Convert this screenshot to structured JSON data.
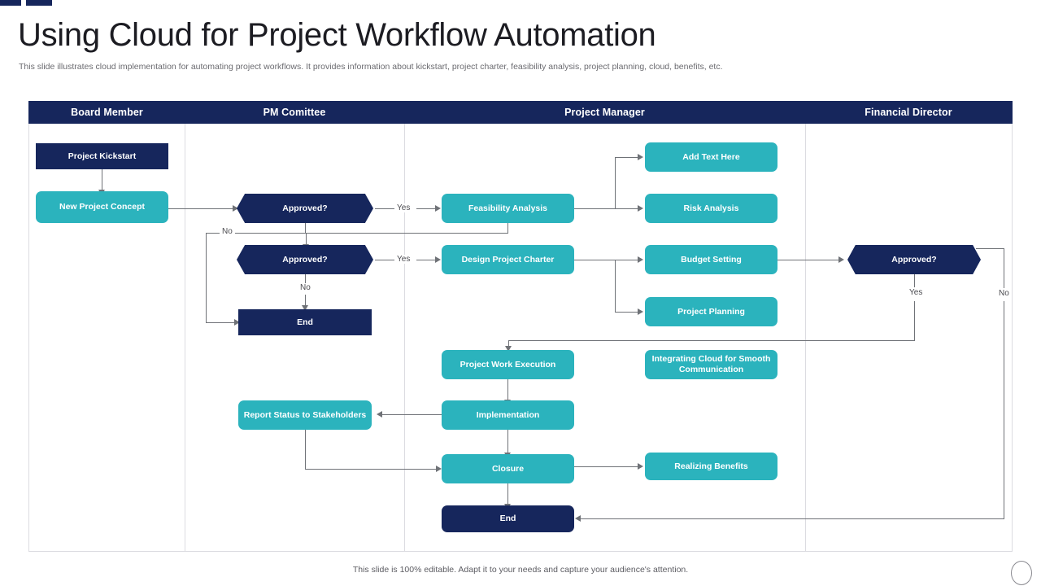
{
  "slide": {
    "title": "Using Cloud for Project Workflow Automation",
    "subtitle": "This slide illustrates cloud implementation for automating project workflows. It provides information about kickstart, project charter, feasibility analysis, project planning, cloud, benefits, etc.",
    "footer_note": "This slide is 100% editable. Adapt it to your needs and capture your audience's attention."
  },
  "colors": {
    "navy": "#16265c",
    "teal": "#2bb3bd",
    "connector": "#6f7277",
    "border": "#dcdce1",
    "title_text": "#1c1c22",
    "subtitle_text": "#6b6b70"
  },
  "swimlanes": [
    {
      "label": "Board Member"
    },
    {
      "label": "PM Comittee"
    },
    {
      "label": "Project Manager"
    },
    {
      "label": "Financial Director"
    }
  ],
  "nodes": [
    {
      "id": "project-kickstart",
      "label": "Project Kickstart",
      "shape": "rect",
      "color": "navy",
      "lane": "Board Member"
    },
    {
      "id": "new-project-concept",
      "label": "New Project Concept",
      "shape": "rounded",
      "color": "teal",
      "lane": "Board Member"
    },
    {
      "id": "approved-1",
      "label": "Approved?",
      "shape": "hexagon",
      "color": "navy",
      "lane": "PM Comittee"
    },
    {
      "id": "approved-2",
      "label": "Approved?",
      "shape": "hexagon",
      "color": "navy",
      "lane": "PM Comittee"
    },
    {
      "id": "end-pm",
      "label": "End",
      "shape": "rect",
      "color": "navy",
      "lane": "PM Comittee"
    },
    {
      "id": "report-status",
      "label": "Report Status to Stakeholders",
      "shape": "rounded",
      "color": "teal",
      "lane": "PM Comittee"
    },
    {
      "id": "feasibility-analysis",
      "label": "Feasibility Analysis",
      "shape": "rounded",
      "color": "teal",
      "lane": "Project Manager"
    },
    {
      "id": "design-project-charter",
      "label": "Design Project Charter",
      "shape": "rounded",
      "color": "teal",
      "lane": "Project Manager"
    },
    {
      "id": "add-text-here",
      "label": "Add Text Here",
      "shape": "rounded",
      "color": "teal",
      "lane": "Project Manager"
    },
    {
      "id": "risk-analysis",
      "label": "Risk Analysis",
      "shape": "rounded",
      "color": "teal",
      "lane": "Project Manager"
    },
    {
      "id": "budget-setting",
      "label": "Budget Setting",
      "shape": "rounded",
      "color": "teal",
      "lane": "Project Manager"
    },
    {
      "id": "project-planning",
      "label": "Project Planning",
      "shape": "rounded",
      "color": "teal",
      "lane": "Project Manager"
    },
    {
      "id": "project-work-execution",
      "label": "Project Work Execution",
      "shape": "rounded",
      "color": "teal",
      "lane": "Project Manager"
    },
    {
      "id": "integrating-cloud",
      "label": "Integrating Cloud for Smooth Communication",
      "shape": "rounded",
      "color": "teal",
      "lane": "Project Manager"
    },
    {
      "id": "implementation",
      "label": "Implementation",
      "shape": "rounded",
      "color": "teal",
      "lane": "Project Manager"
    },
    {
      "id": "closure",
      "label": "Closure",
      "shape": "rounded",
      "color": "teal",
      "lane": "Project Manager"
    },
    {
      "id": "realizing-benefits",
      "label": "Realizing Benefits",
      "shape": "rounded",
      "color": "teal",
      "lane": "Project Manager"
    },
    {
      "id": "end-final",
      "label": "End",
      "shape": "rounded",
      "color": "navy",
      "lane": "Project Manager"
    },
    {
      "id": "approved-3",
      "label": "Approved?",
      "shape": "hexagon",
      "color": "navy",
      "lane": "Financial Director"
    }
  ],
  "edge_labels": {
    "approved1_yes": "Yes",
    "approved1_no": "No",
    "approved2_yes": "Yes",
    "approved2_no": "No",
    "approved3_yes": "Yes",
    "approved3_no": "No"
  }
}
